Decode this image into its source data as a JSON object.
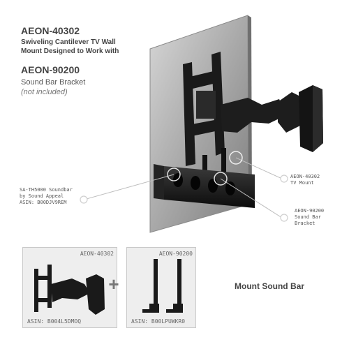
{
  "header": {
    "model_primary": "AEON-40302",
    "line_2": "Swiveling Cantilever TV Wall",
    "line_3": "Mount Designed to Work with",
    "model_secondary": "AEON-90200",
    "subtitle": "Sound Bar Bracket",
    "note": "(not included)"
  },
  "callouts": {
    "soundbar": {
      "line1": "SA-TH5000 Soundbar",
      "line2": "by Sound Appeal",
      "line3": "ASIN: B00DJV9REM"
    },
    "tv_mount": {
      "line1": "AEON-40302",
      "line2": "TV Mount"
    },
    "bracket": {
      "line1": "AEON-90200",
      "line2": "Sound Bar",
      "line3": "Bracket"
    }
  },
  "bottom": {
    "card_left": {
      "model": "AEON-40302",
      "asin": "ASIN: B004L5DMOQ"
    },
    "plus": "+",
    "card_right": {
      "model": "AEON-90200",
      "asin": "ASIN: B00LPUWKR0"
    },
    "caption": "Mount Sound Bar"
  },
  "colors": {
    "text": "#444444",
    "glass": "#b5b5b5",
    "bracket": "#1a1a1a",
    "card_bg": "#eeeeee",
    "card_border": "#c9c9c9"
  }
}
